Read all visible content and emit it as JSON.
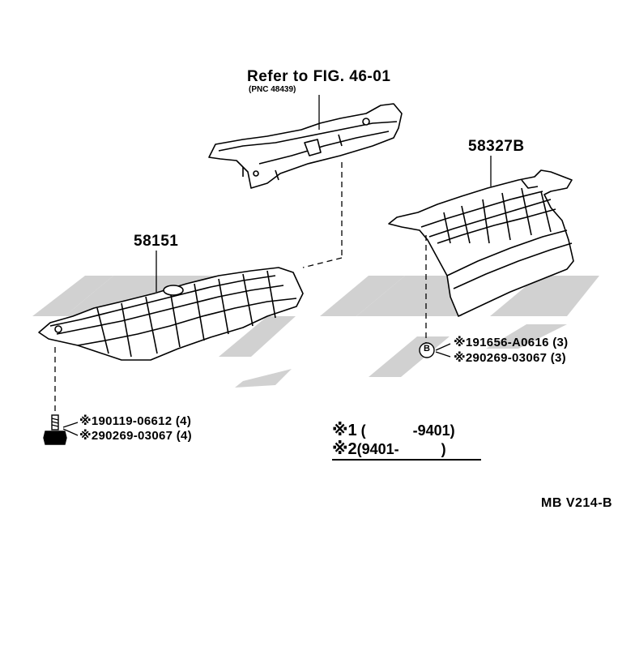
{
  "refer": {
    "text": "Refer to FIG. 46-01",
    "pnc": "(PNC 48439)"
  },
  "callouts": {
    "part_58327b": "58327B",
    "part_58151": "58151",
    "bolt_marker": "B"
  },
  "fasteners": {
    "clip_line1": "※191656-A0616 (3)",
    "clip_line2": "※290269-03067 (3)",
    "bolt_line1": "※190119-06612 (4)",
    "bolt_line2": "※290269-03067 (4)"
  },
  "legend": {
    "row1_mark": "※1",
    "row1_open": "(",
    "row1_end": "-9401)",
    "row2_mark": "※2",
    "row2_start": "(9401-",
    "row2_close": ")"
  },
  "figure_code": "MB V214-B",
  "colors": {
    "line": "#000000",
    "watermark": "#c9c9c9"
  }
}
